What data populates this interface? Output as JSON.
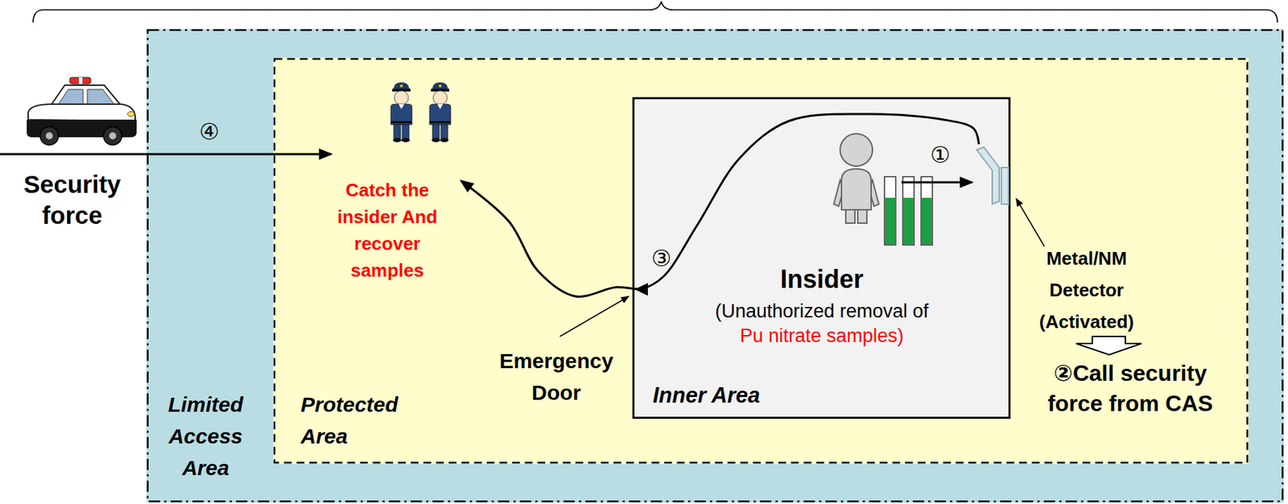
{
  "diagram": {
    "nodes": [
      {
        "text": [
          "Security force"
        ]
      },
      {
        "text": [
          "Limited Access Area"
        ]
      },
      {
        "text": [
          "Protected Area"
        ],
        "in": 1
      },
      {
        "text": [
          "Catch the insider And recover samples"
        ],
        "in": 2
      },
      {
        "text": [
          "Inner Area"
        ],
        "in": 2
      },
      {
        "text": [
          "Insider",
          "(Unauthorized removal of",
          "Pu nitrate samples)"
        ],
        "in": 4
      },
      {
        "text": [
          "Metal/NM Detector (Activated)"
        ],
        "in": 2
      }
    ],
    "edges": [
      {
        "from": 0,
        "to": 3,
        "arrow": "to",
        "label": "④"
      },
      {
        "from": 5,
        "to": 6,
        "arrow": "to",
        "label": "①"
      },
      {
        "from": 6,
        "to": 3,
        "arrow": "to",
        "label": "③"
      }
    ],
    "labels": [
      "Emergency Door",
      "②Call security force from CAS"
    ]
  }
}
